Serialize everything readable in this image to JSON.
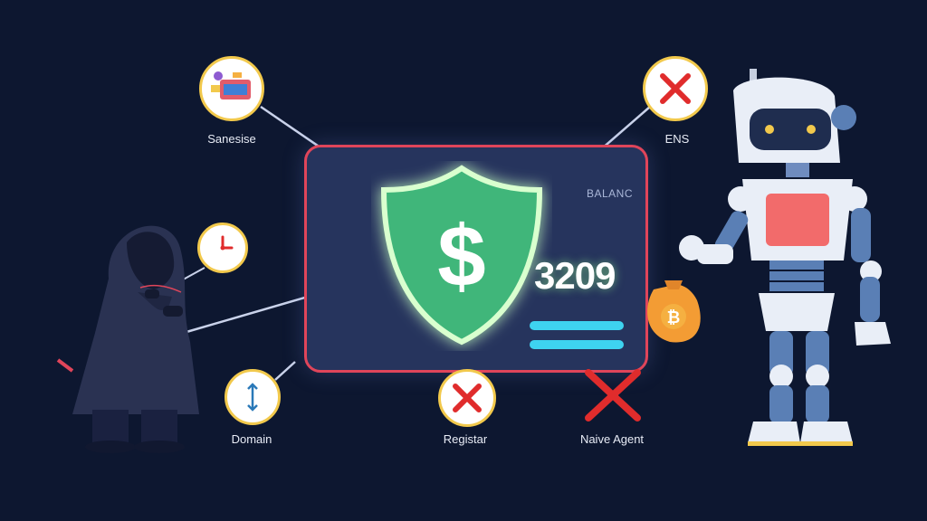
{
  "card": {
    "title": "BALANC",
    "value": "3209"
  },
  "nodes": {
    "top_left_label": "Sanesise",
    "top_right_label": "ENS",
    "bottom_left_label": "Domain",
    "bottom_center_label": "Registar",
    "bottom_right_label": "Naive Agent"
  },
  "icons": {
    "shield": "dollar-shield-icon",
    "clock": "clock-icon",
    "arrows": "vertical-arrows-icon",
    "x_mark": "x-mark-icon",
    "coin_bag": "bitcoin-bag-icon"
  },
  "colors": {
    "background": "#0d1730",
    "card": "#26345d",
    "card_border": "#e0455a",
    "shield": "#3fb67a",
    "node_ring": "#f2c94c",
    "x_mark": "#e02c2c",
    "bar": "#3ed3f0"
  }
}
